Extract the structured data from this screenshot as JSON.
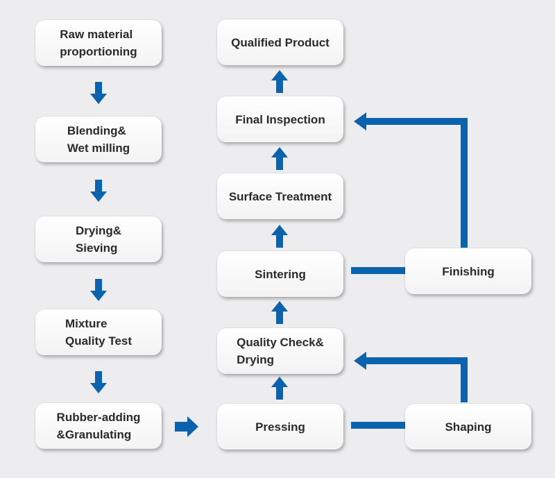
{
  "colors": {
    "arrow": "#0b62ad",
    "background": "#ededef"
  },
  "left_column": [
    {
      "id": "raw",
      "label": "Raw material\nproportioning"
    },
    {
      "id": "blend",
      "label": "Blending&\nWet milling"
    },
    {
      "id": "dry",
      "label": "Drying&\nSieving"
    },
    {
      "id": "mixq",
      "label": "Mixture\nQuality Test"
    },
    {
      "id": "rubber",
      "label": "Rubber-adding\n&Granulating"
    }
  ],
  "middle_column": [
    {
      "id": "qual",
      "label": "Qualified Product"
    },
    {
      "id": "final",
      "label": "Final Inspection"
    },
    {
      "id": "surface",
      "label": "Surface Treatment"
    },
    {
      "id": "sinter",
      "label": "Sintering"
    },
    {
      "id": "qcheck",
      "label": "Quality Check&\nDrying"
    },
    {
      "id": "press",
      "label": "Pressing"
    }
  ],
  "right_column": [
    {
      "id": "finishing",
      "label": "Finishing"
    },
    {
      "id": "shaping",
      "label": "Shaping"
    }
  ]
}
